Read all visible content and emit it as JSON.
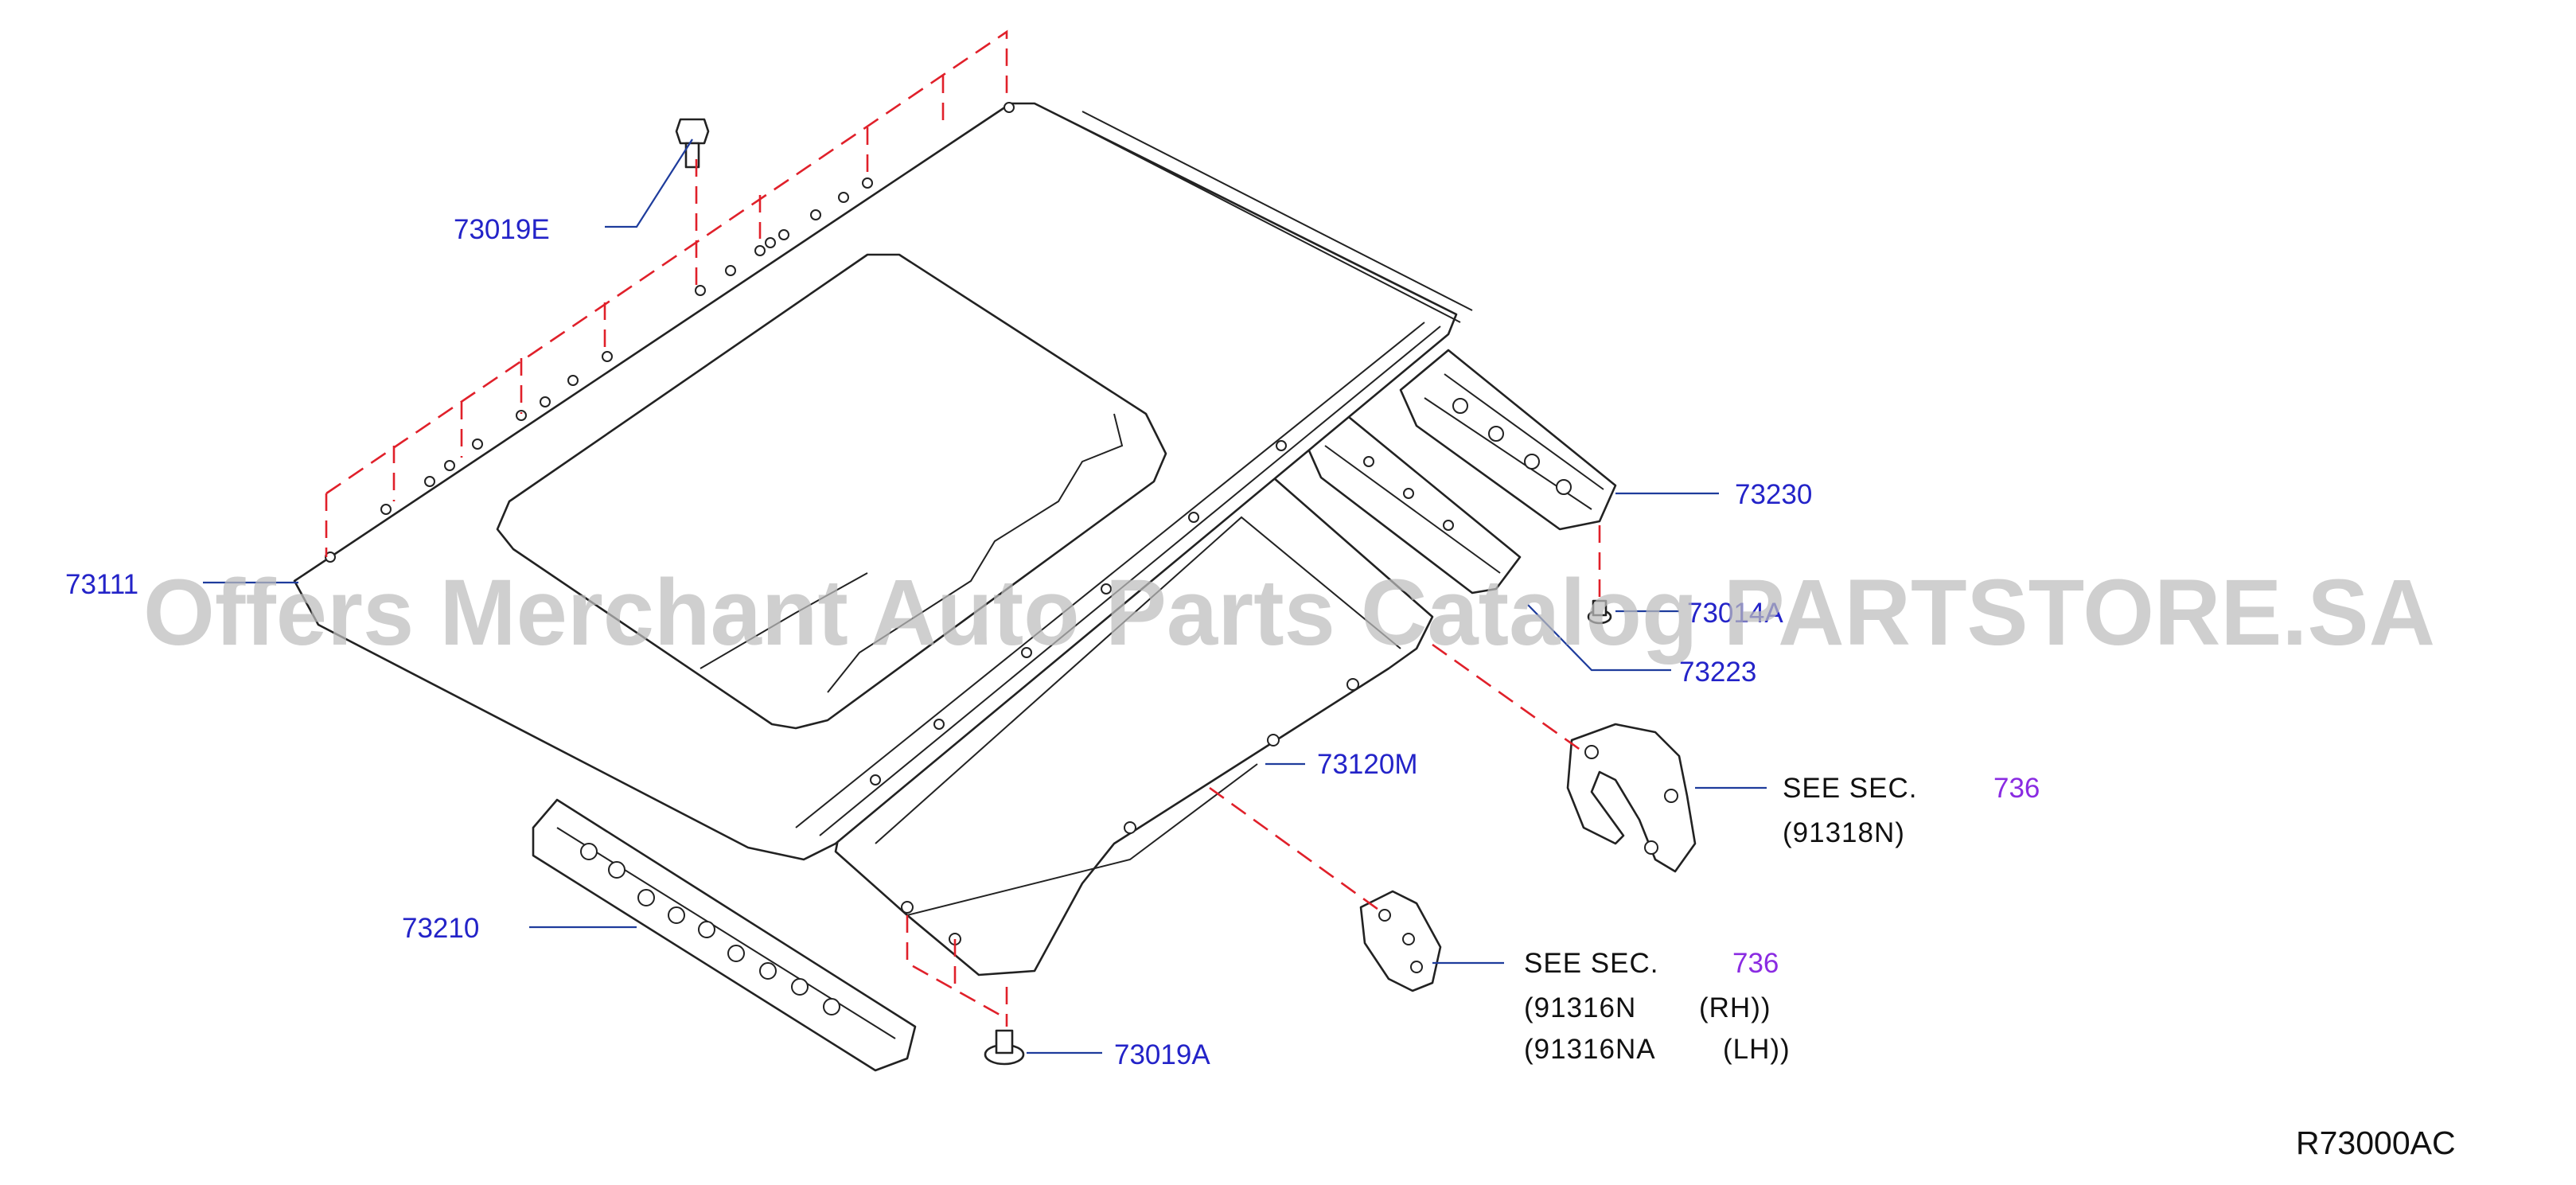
{
  "diagram_code": "R73000AC",
  "watermark": "Offers Merchant Auto Parts Catalog PARTSTORE.SA",
  "parts": [
    {
      "id": "p-73019E",
      "label": "73019E"
    },
    {
      "id": "p-73111",
      "label": "73111"
    },
    {
      "id": "p-73230",
      "label": "73230"
    },
    {
      "id": "p-73014A",
      "label": "73014A"
    },
    {
      "id": "p-73223",
      "label": "73223"
    },
    {
      "id": "p-73120M",
      "label": "73120M"
    },
    {
      "id": "p-73210",
      "label": "73210"
    },
    {
      "id": "p-73019A",
      "label": "73019A"
    }
  ],
  "see_sections": [
    {
      "see_text": "SEE SEC.",
      "section": "736",
      "refs": [
        "(91318N)"
      ]
    },
    {
      "see_text": "SEE SEC.",
      "section": "736",
      "refs": [
        "(91316N",
        "(91316NA"
      ],
      "sides": [
        "(RH))",
        "(LH))"
      ]
    }
  ],
  "colors": {
    "label_blue": "#2323c8",
    "section_purple": "#8a2be2",
    "dashed_red": "#e0202a",
    "leader_blue": "#1e3c9c",
    "line_black": "#222222"
  }
}
